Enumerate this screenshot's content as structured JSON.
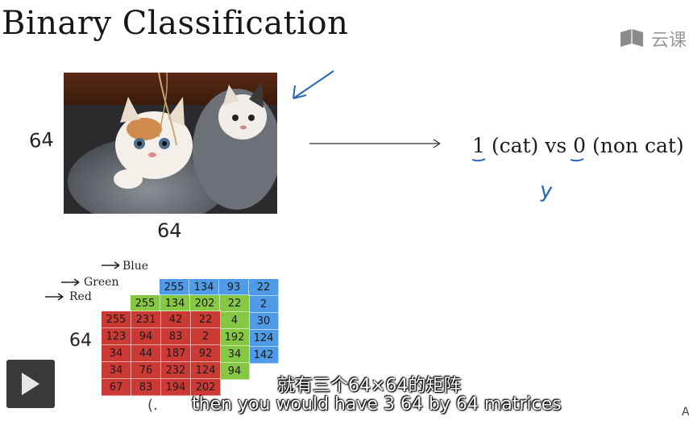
{
  "slide": {
    "title": "Binary Classification",
    "logo_text": "云课",
    "image_height_label": "64",
    "image_width_label": "64",
    "label_one": "1",
    "label_text_mid": " (cat) vs ",
    "label_zero": "0",
    "label_text_end": " (non cat)",
    "y_annotation": "y",
    "channels": {
      "blue": "Blue",
      "green": "Green",
      "red": "Red"
    },
    "grid_height_label": "64",
    "paren_mark": "(.",
    "grids": {
      "blue": [
        [
          "255",
          "134",
          "93",
          "22"
        ],
        [
          "",
          "",
          "",
          "2"
        ],
        [
          "",
          "",
          "",
          "30"
        ],
        [
          "",
          "",
          "",
          "124"
        ],
        [
          "",
          "",
          "",
          "142"
        ]
      ],
      "green": [
        [
          "255",
          "134",
          "202",
          "22"
        ],
        [
          "",
          "",
          "",
          "4"
        ],
        [
          "",
          "",
          "",
          "192"
        ],
        [
          "",
          "",
          "",
          "34"
        ],
        [
          "",
          "",
          "",
          "94"
        ]
      ],
      "red": [
        [
          "255",
          "231",
          "42",
          "22"
        ],
        [
          "123",
          "94",
          "83",
          "2"
        ],
        [
          "34",
          "44",
          "187",
          "92"
        ],
        [
          "34",
          "76",
          "232",
          "124"
        ],
        [
          "67",
          "83",
          "194",
          "202"
        ]
      ]
    }
  },
  "subtitles": {
    "chinese": "就有三个64×64的矩阵",
    "english": "then you would have 3 64 by 64 matrices"
  },
  "corner_text": "A",
  "colors": {
    "blue_channel": "#4f9be8",
    "green_channel": "#86c743",
    "red_channel": "#cc3a36",
    "annotation_blue": "#2566b8"
  },
  "icons": {
    "play": "play-icon",
    "logo": "cloud-course-logo-icon"
  }
}
